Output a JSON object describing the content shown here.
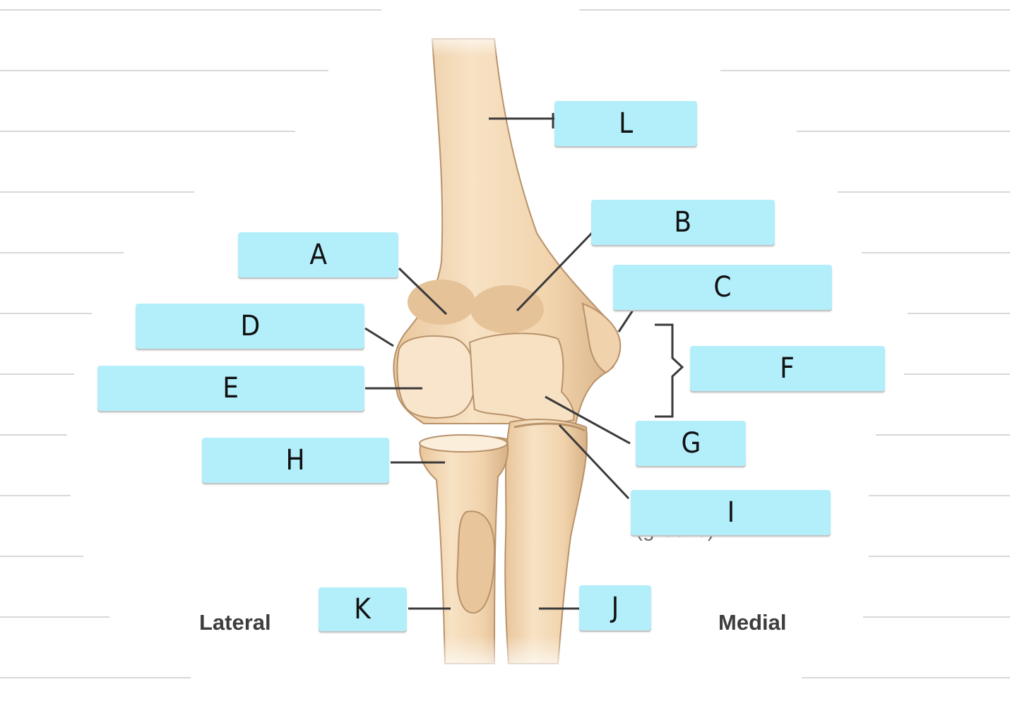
{
  "labels": {
    "A": "A",
    "B": "B",
    "C": "C",
    "D": "D",
    "E": "E",
    "F": "F",
    "G": "G",
    "H": "H",
    "I": "I",
    "J": "J",
    "K": "K",
    "L": "L"
  },
  "orientation": {
    "lateral": "Lateral",
    "medial": "Medial"
  },
  "partial_text": "(groove)",
  "colors": {
    "label_fill": "#b3eefb",
    "bone": "#f2d7b3",
    "bone_shadow": "#d9b48a",
    "leader_line": "#3a3a3a",
    "ruled_line": "#d8d8d8"
  }
}
